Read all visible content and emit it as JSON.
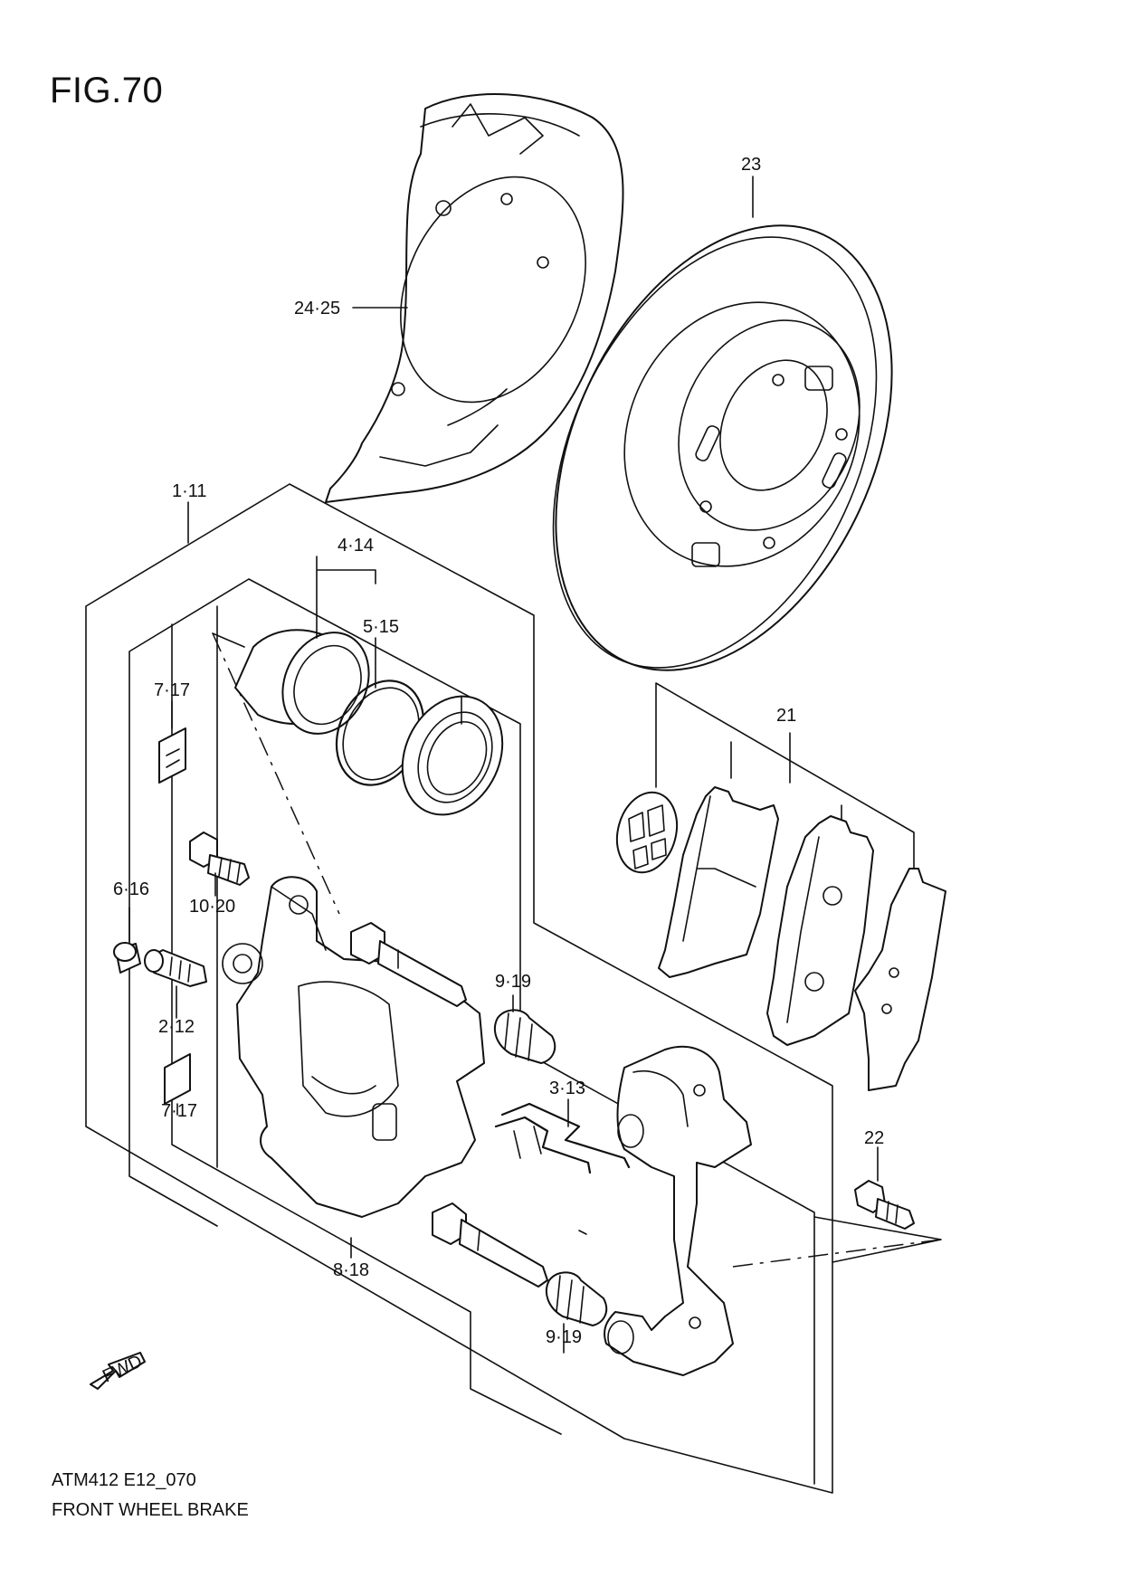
{
  "figure": {
    "title": "FIG.70"
  },
  "footer": {
    "code": "ATM412 E12_070",
    "name": "FRONT WHEEL BRAKE"
  },
  "fwd_arrow": {
    "label": "FWD"
  },
  "callouts": {
    "c_23": "23",
    "c_24_25": "24·25",
    "c_1_11": "1·11",
    "c_4_14": "4·14",
    "c_5_15": "5·15",
    "c_7_17_top": "7·17",
    "c_21": "21",
    "c_6_16": "6·16",
    "c_10_20": "10·20",
    "c_9_19_top": "9·19",
    "c_2_12": "2·12",
    "c_7_17_bottom": "7·17",
    "c_3_13": "3·13",
    "c_22": "22",
    "c_8_18": "8·18",
    "c_9_19_bottom": "9·19"
  }
}
